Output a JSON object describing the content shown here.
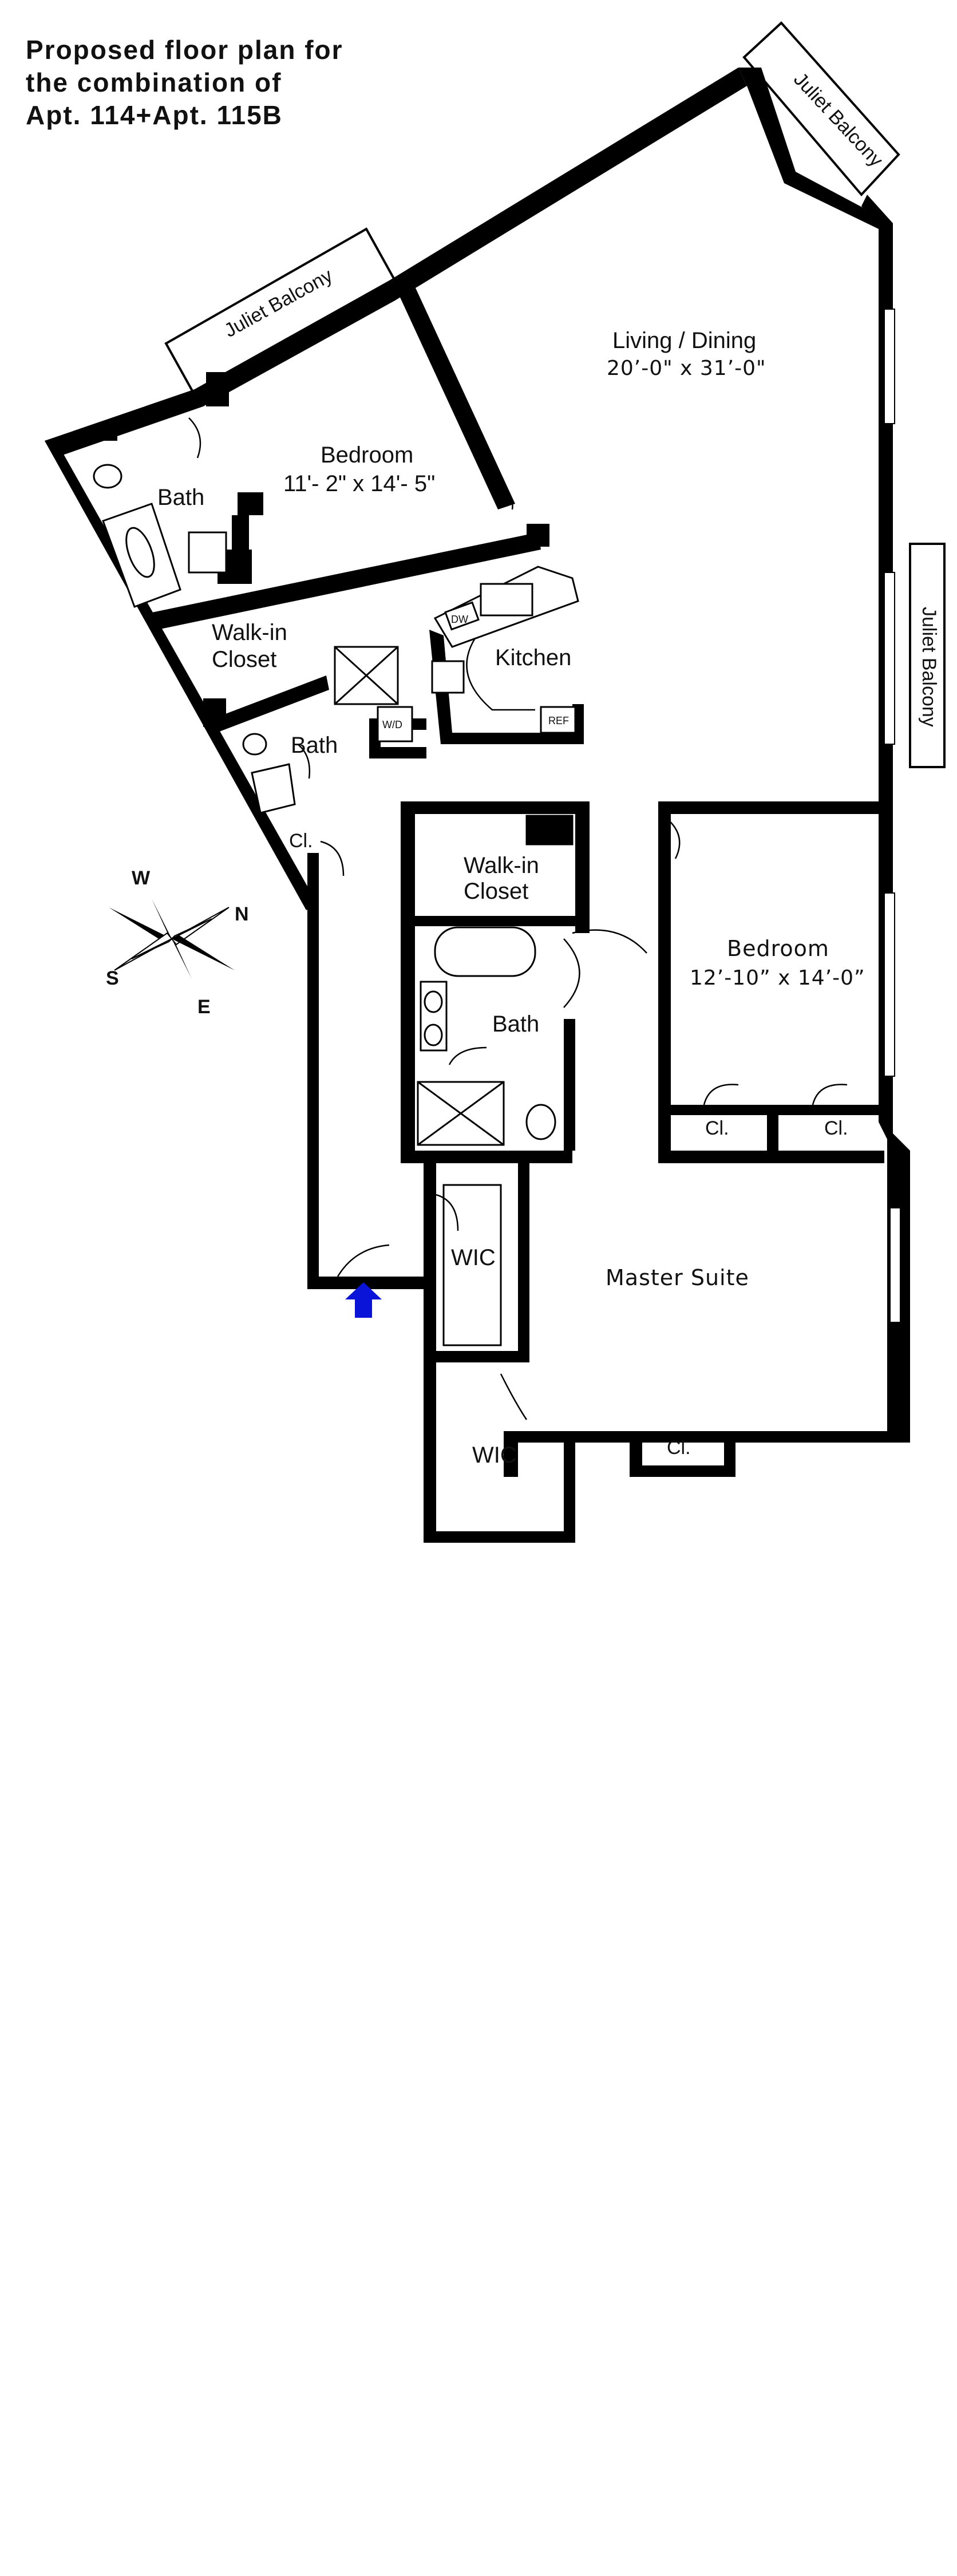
{
  "title": {
    "line1": "Proposed floor plan for",
    "line2": "the combination of",
    "line3": "Apt. 114+Apt. 115B"
  },
  "rooms": {
    "living_dining": {
      "name": "Living / Dining",
      "dims": "20’-0\" x 31’-0\""
    },
    "bedroom1": {
      "name": "Bedroom",
      "dims": "11'- 2\" x 14'- 5\""
    },
    "bath1": "Bath",
    "walkin_closet1": {
      "line1": "Walk-in",
      "line2": "Closet"
    },
    "kitchen": "Kitchen",
    "bath2": "Bath",
    "closet1": "Cl.",
    "walkin_closet2": {
      "line1": "Walk-in",
      "line2": "Closet"
    },
    "bath3": "Bath",
    "bedroom2": {
      "name": "Bedroom",
      "dims": "12’-10” x 14’-0”"
    },
    "closet2": "Cl.",
    "closet3": "Cl.",
    "wic1": "WIC",
    "master_suite": "Master Suite",
    "wic2": "WIC",
    "closet4": "Cl."
  },
  "balconies": {
    "b1": "Juliet Balcony",
    "b2": "Juliet Balcony",
    "b3": "Juliet Balcony"
  },
  "appliances": {
    "dw": "DW",
    "ref": "REF",
    "wd": "W/D"
  },
  "compass": {
    "n": "N",
    "s": "S",
    "e": "E",
    "w": "W"
  },
  "colors": {
    "entry_arrow": "#0a14d8",
    "walls": "#000000"
  },
  "icons": {
    "entry": "entry-arrow-icon",
    "compass": "compass-rose-icon"
  }
}
